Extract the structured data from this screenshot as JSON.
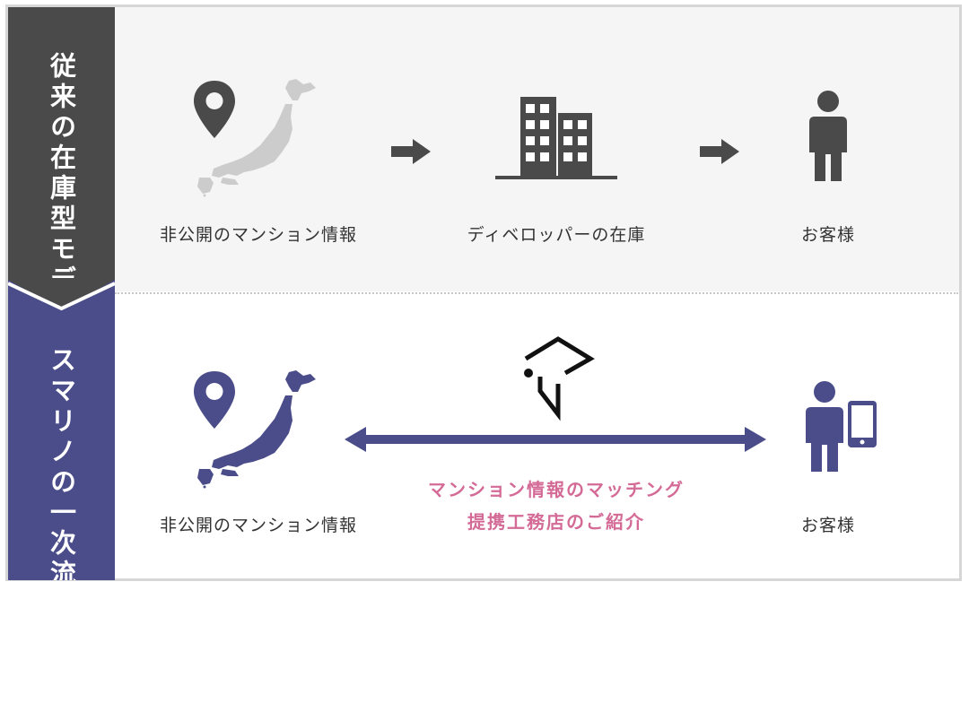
{
  "colors": {
    "legacy_dark": "#4a4a4a",
    "smarino_navy": "#4a4d8a",
    "accent_pink": "#d46a96",
    "map_gray": "#cccccc",
    "icon_gray": "#4a4a4a"
  },
  "legacy_model": {
    "side_label": "従来の在庫型モデル",
    "source_label": "非公開のマンション情報",
    "middle_label": "ディベロッパーの在庫",
    "customer_label": "お客様",
    "icons": [
      "map-pin-icon",
      "japan-map-icon",
      "arrow-right-icon",
      "building-icon",
      "arrow-right-icon",
      "person-icon"
    ]
  },
  "smarino_model": {
    "side_label": "スマリノの一次流通モデル",
    "source_label": "非公開のマンション情報",
    "customer_label": "お客様",
    "service_line1": "マンション情報のマッチング",
    "service_line2": "提携工務店のご紹介",
    "icons": [
      "map-pin-icon",
      "japan-map-icon",
      "smarino-logo-icon",
      "double-arrow-icon",
      "person-icon",
      "smartphone-icon"
    ]
  }
}
